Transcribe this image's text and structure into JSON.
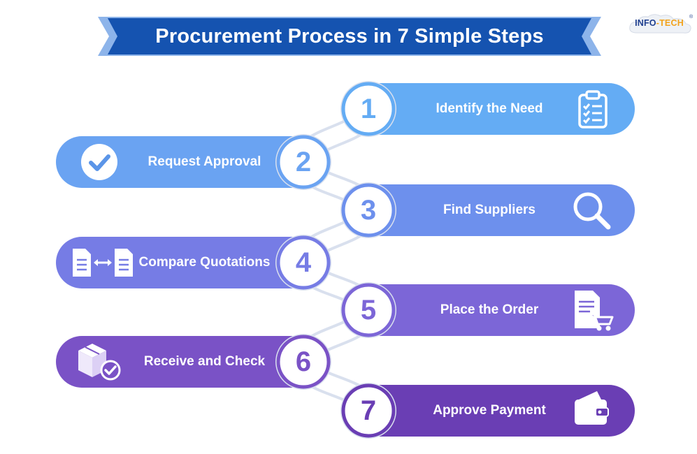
{
  "title": "Procurement Process in 7 Simple Steps",
  "logo": {
    "part1": "INFO",
    "part2": "-TECH",
    "mark": "®"
  },
  "steps": [
    {
      "number": "1",
      "label": "Identify the Need",
      "icon": "clipboard-checklist-icon",
      "side": "right",
      "color": "#64acf4"
    },
    {
      "number": "2",
      "label": "Request Approval",
      "icon": "check-circle-icon",
      "side": "left",
      "color": "#6aa3f2"
    },
    {
      "number": "3",
      "label": "Find Suppliers",
      "icon": "magnifier-icon",
      "side": "right",
      "color": "#6d90ed"
    },
    {
      "number": "4",
      "label": "Compare Quotations",
      "icon": "compare-documents-icon",
      "side": "left",
      "color": "#767ce5"
    },
    {
      "number": "5",
      "label": "Place the Order",
      "icon": "order-cart-icon",
      "side": "right",
      "color": "#7c66d7"
    },
    {
      "number": "6",
      "label": "Receive and Check",
      "icon": "box-check-icon",
      "side": "left",
      "color": "#7a52c6"
    },
    {
      "number": "7",
      "label": "Approve Payment",
      "icon": "wallet-icon",
      "side": "right",
      "color": "#6a3eb4"
    }
  ],
  "colors": {
    "banner": "#1553b0",
    "banner_shadow": "#7fa9e6",
    "ring": "#ffffff"
  }
}
